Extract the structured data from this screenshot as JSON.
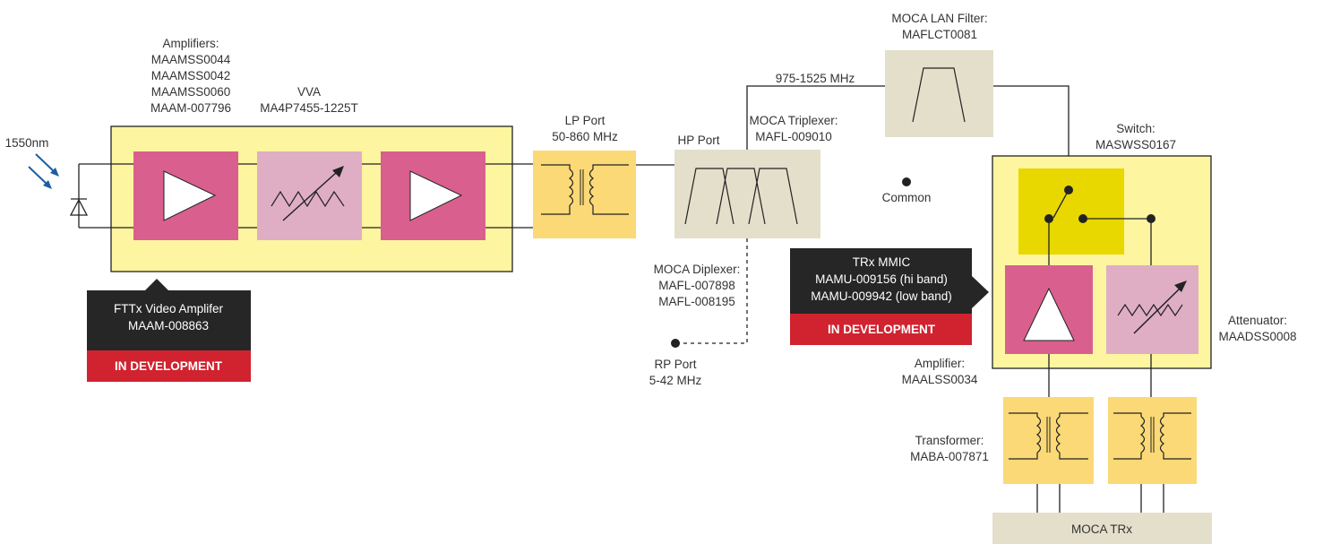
{
  "labels": {
    "amplifiers_title": "Amplifiers:",
    "amplifiers_parts": [
      "MAAMSS0044",
      "MAAMSS0042",
      "MAAMSS0060",
      "MAAM-007796"
    ],
    "vva_title": "VVA",
    "vva_part": "MA4P7455-1225T",
    "wavelength": "1550nm",
    "lp_port": "LP Port",
    "lp_range": "50-860 MHz",
    "hp_port": "HP Port",
    "triplexer_title": "MOCA Triplexer:",
    "triplexer_part": "MAFL-009010",
    "lan_filter_title": "MOCA LAN Filter:",
    "lan_filter_part": "MAFLCT0081",
    "lan_band": "975-1525 MHz",
    "common": "Common",
    "switch_title": "Switch:",
    "switch_part": "MASWSS0167",
    "diplexer_title": "MOCA Diplexer:",
    "diplexer_parts": [
      "MAFL-007898",
      "MAFL-008195"
    ],
    "rp_port": "RP Port",
    "rp_range": "5-42 MHz",
    "attenuator_title": "Attenuator:",
    "attenuator_part": "MAADSS0008",
    "amplifier_title": "Amplifier:",
    "amplifier_part": "MAALSS0034",
    "transformer_title": "Transformer:",
    "transformer_part": "MABA-007871",
    "moca_trx": "MOCA TRx"
  },
  "callouts": {
    "fttx": {
      "lines": [
        "FTTx Video Amplifer",
        "MAAM-008863"
      ],
      "status": "IN DEVELOPMENT"
    },
    "trx": {
      "lines": [
        "TRx MMIC",
        "MAMU-009156 (hi band)",
        "MAMU-009942 (low band)"
      ],
      "status": "IN DEVELOPMENT"
    }
  },
  "colors": {
    "module_fill": "#fdf5a0",
    "amplifier_fill": "#d95f8f",
    "vva_fill": "#dfaec4",
    "transformer_fill": "#fbd977",
    "filter_fill": "#e4dfcb",
    "switch_fill": "#e8d800",
    "callout_dark": "#262626",
    "status_red": "#d0232f",
    "light_arrow": "#1c5fa0"
  },
  "icons": [
    "photodiode-icon",
    "light-arrow-icon",
    "amplifier-icon",
    "attenuator-icon",
    "transformer-icon",
    "bandpass-filter-icon",
    "spdt-switch-icon"
  ]
}
